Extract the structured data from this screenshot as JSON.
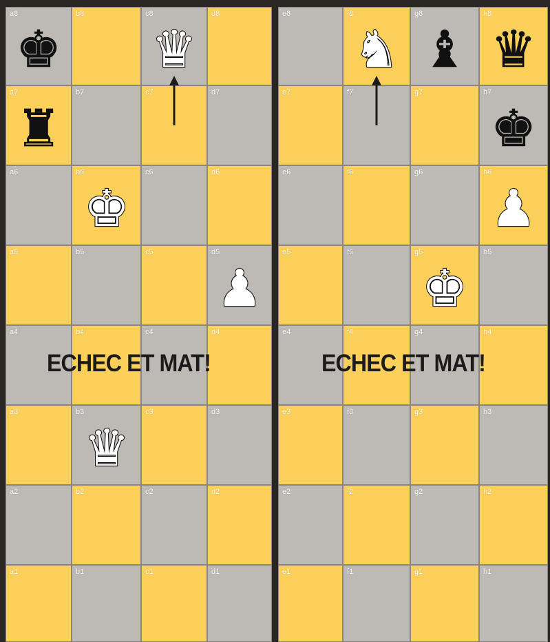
{
  "colors": {
    "light_square": "#fbd05a",
    "dark_square": "#bdbab5",
    "divider": "#2a2623",
    "text": "#1b1b1b"
  },
  "boards": [
    {
      "files": [
        "a",
        "b",
        "c",
        "d"
      ],
      "ranks": [
        "8",
        "7",
        "6",
        "5",
        "4",
        "3",
        "2",
        "1"
      ],
      "pieces": [
        {
          "square": "a8",
          "color": "black",
          "type": "king"
        },
        {
          "square": "c8",
          "color": "white",
          "type": "queen"
        },
        {
          "square": "a7",
          "color": "black",
          "type": "rook"
        },
        {
          "square": "b6",
          "color": "white",
          "type": "king"
        },
        {
          "square": "d5",
          "color": "white",
          "type": "pawn"
        },
        {
          "square": "b3",
          "color": "white",
          "type": "queen"
        }
      ],
      "arrow": {
        "from": "c7",
        "to": "c8"
      },
      "caption": "ECHEC ET MAT!"
    },
    {
      "files": [
        "e",
        "f",
        "g",
        "h"
      ],
      "ranks": [
        "8",
        "7",
        "6",
        "5",
        "4",
        "3",
        "2",
        "1"
      ],
      "pieces": [
        {
          "square": "f8",
          "color": "white",
          "type": "knight"
        },
        {
          "square": "g8",
          "color": "black",
          "type": "bishop"
        },
        {
          "square": "h8",
          "color": "black",
          "type": "queen"
        },
        {
          "square": "h7",
          "color": "black",
          "type": "king"
        },
        {
          "square": "h6",
          "color": "white",
          "type": "pawn"
        },
        {
          "square": "g5",
          "color": "white",
          "type": "king"
        }
      ],
      "arrow": {
        "from": "f7",
        "to": "f8"
      },
      "caption": "ECHEC ET MAT!"
    }
  ]
}
